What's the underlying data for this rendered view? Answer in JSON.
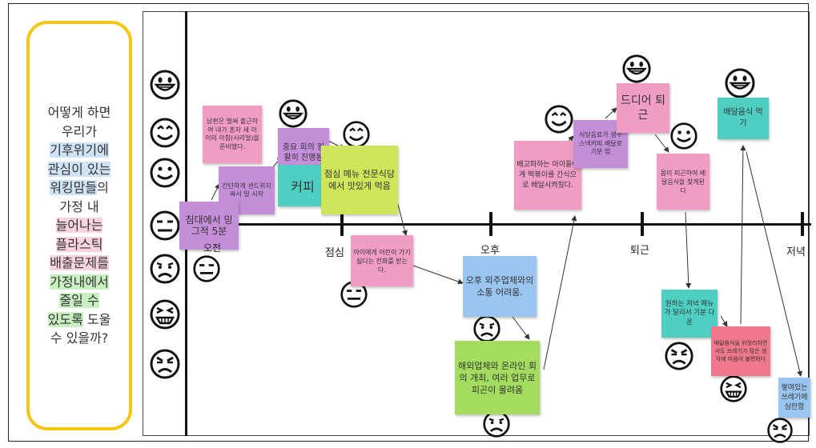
{
  "question": {
    "segments": [
      {
        "text": "어떻게 하면",
        "hl": "none"
      },
      {
        "text": "우리가",
        "hl": "none"
      },
      {
        "text": "기후위기에",
        "hl": "blue"
      },
      {
        "text": "관심이 있는",
        "hl": "blue"
      },
      {
        "text": "워킹맘들",
        "hl": "blue"
      },
      {
        "text": "의",
        "hl": "none"
      },
      {
        "text": "가정 내",
        "hl": "none"
      },
      {
        "text": "늘어나는",
        "hl": "pink"
      },
      {
        "text": "플라스틱",
        "hl": "pink"
      },
      {
        "text": "배출문제를",
        "hl": "pink"
      },
      {
        "text": "가정내에서",
        "hl": "green"
      },
      {
        "text": "줄일 수",
        "hl": "green"
      },
      {
        "text": "있도록",
        "hl": "green"
      },
      {
        "text": " 도울",
        "hl": "none"
      },
      {
        "text": "수 있을까?",
        "hl": "none"
      }
    ]
  },
  "emotion_scale": [
    "very-happy-face-icon",
    "smile-face-icon",
    "content-face-icon",
    "neutral-face-icon",
    "sad-face-icon",
    "crying-face-icon",
    "angry-face-icon"
  ],
  "timeline": {
    "labels": {
      "lunch": "점심",
      "afternoon": "오후",
      "leave_work": "퇴근",
      "evening": "저녁"
    }
  },
  "notes": {
    "bed": "침대에서 밍그적 5분",
    "husband": "남편은 벌써 출근하여 내가 혼자 세 아이의 아침(시리얼)을 준비했다.",
    "sandwich": "간단하게 샌드위치 싸서 일 시작",
    "meeting": "중요 회의 원활히 진행됨",
    "coffee": "커피",
    "lunch_menu": "점심 메뉴 전문식당에서 맛있게 먹음",
    "child": "아이에게 어린이 가기 싫다는 전화를 받는다.",
    "afternoon_comm": "오후 외주업체와의 소통 어려움.",
    "online_meeting": "해외업체와 온라인 회의 개최, 여러 업무로 피곤이 몰려옴",
    "hungry_kids": "배고파하는 아이들에게 떡볶이를 간식으로 배달시켜줬다.",
    "delivery_food": "식당음료가 생수 스낵커피 배달로 기분 업",
    "finally": "드디어 퇴근",
    "tired": "몸이 피곤하여 배달음식을 찾게된다",
    "order_food": "배달음식 먹기",
    "dinner_menu": "원하는 저녁 메뉴가 달리서 기분 다운",
    "trash": "배달음식을 뒤정리하면서도 쓰레기가 많은 생각에 마음이 불편하다",
    "pile": "쌓여있는 쓰레기에 심란함"
  },
  "labels": {
    "morning": "오전"
  },
  "colors": {
    "frame": "#f5c518",
    "pink": "#f19dc3",
    "purple": "#c48ed9",
    "lime": "#cfe55a",
    "teal": "#4fcfc2",
    "blue": "#99c5f0",
    "green": "#a3dc5e",
    "red": "#f0788c"
  }
}
